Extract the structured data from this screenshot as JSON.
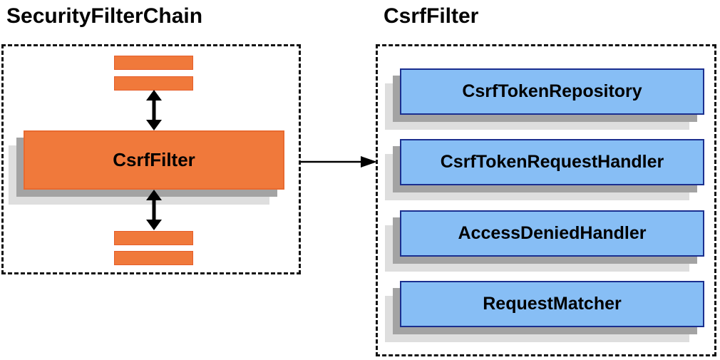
{
  "left_panel": {
    "title": "SecurityFilterChain",
    "node_label": "CsrfFilter",
    "filter_bars_count": 4
  },
  "right_panel": {
    "title": "CsrfFilter",
    "components": [
      {
        "label": "CsrfTokenRepository"
      },
      {
        "label": "CsrfTokenRequestHandler"
      },
      {
        "label": "AccessDeniedHandler"
      },
      {
        "label": "RequestMatcher"
      }
    ]
  },
  "icons": {
    "vertical_arrows": "bidirectional-arrow-icon",
    "connector": "right-arrow-icon"
  },
  "colors": {
    "orange_fill": "#F0793B",
    "orange_border": "#E55E2B",
    "blue_fill": "#87BEF5",
    "blue_border": "#1B2F8F",
    "shadow_dark": "#A3A3A3",
    "shadow_light": "#DEDEDE",
    "dashed_border": "#111111",
    "arrow_black": "#000000",
    "background": "#FFFFFF"
  }
}
